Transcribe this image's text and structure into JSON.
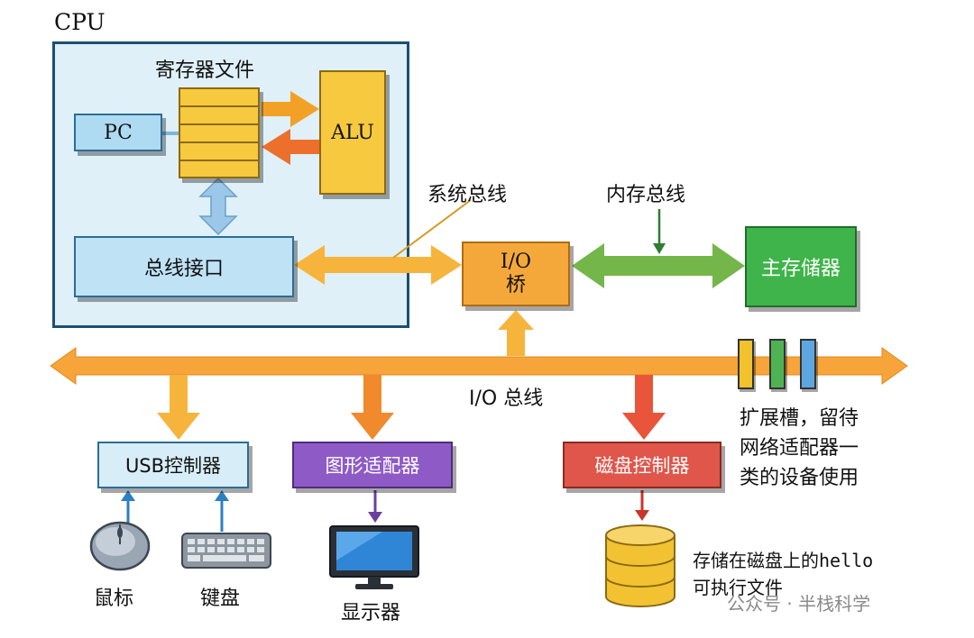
{
  "diagram": {
    "cpu": {
      "label": "CPU"
    },
    "register_file": {
      "label": "寄存器文件"
    },
    "pc": {
      "label": "PC"
    },
    "alu": {
      "label": "ALU"
    },
    "bus_interface": {
      "label": "总线接口"
    },
    "system_bus": {
      "label": "系统总线"
    },
    "memory_bus": {
      "label": "内存总线"
    },
    "io_bridge": {
      "label_line1": "I/O",
      "label_line2": "桥"
    },
    "main_memory": {
      "label": "主存储器"
    },
    "io_bus": {
      "label": "I/O 总线"
    },
    "expansion_slots": {
      "line1": "扩展槽，留待",
      "line2": "网络适配器一",
      "line3": "类的设备使用"
    },
    "usb_controller": {
      "label": "USB控制器"
    },
    "graphics_adapter": {
      "label": "图形适配器"
    },
    "disk_controller": {
      "label": "磁盘控制器"
    },
    "mouse": {
      "label": "鼠标",
      "icon": "mouse-icon"
    },
    "keyboard": {
      "label": "键盘",
      "icon": "keyboard-icon"
    },
    "display": {
      "label": "显示器",
      "icon": "monitor-icon"
    },
    "disk": {
      "label_line1": "存储在磁盘上的hello",
      "label_line2": "可执行文件",
      "icon": "disk-icon"
    },
    "watermark": {
      "text": "公众号 · 半栈科学"
    },
    "colors": {
      "cpu_bg": "#dff0f8",
      "register": "#f7c93f",
      "io_bridge": "#f5a83a",
      "main_memory": "#3fb44a",
      "usb": "#d7edf8",
      "graphics": "#8e5bc6",
      "disk_controller": "#e0564a",
      "io_bus": "#f7a43a"
    }
  }
}
